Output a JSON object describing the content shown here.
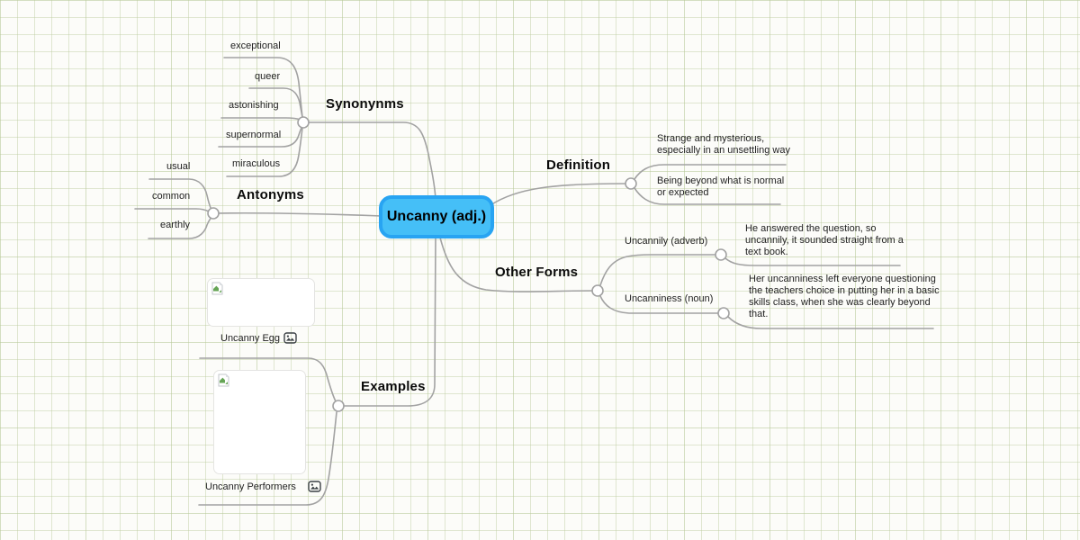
{
  "canvas": {
    "background": "#fcfcf9",
    "grid_color": "#dfe6cf",
    "wire_color": "#a2a2a2",
    "accent_fill": "#45bff7",
    "accent_border": "#28a4f2"
  },
  "center": {
    "label": "Uncanny (adj.)"
  },
  "synonyms": {
    "label": "Synonynms",
    "items": [
      "exceptional",
      "queer",
      "astonishing",
      "supernormal",
      "miraculous"
    ]
  },
  "antonyms": {
    "label": "Antonyms",
    "items": [
      "usual",
      "common",
      "earthly"
    ]
  },
  "definition": {
    "label": "Definition",
    "entries": [
      "Strange and mysterious,\nespecially in an unsettling way",
      "Being beyond what is normal\nor expected"
    ]
  },
  "other_forms": {
    "label": "Other Forms",
    "forms": [
      {
        "term": "Uncannily (adverb)",
        "example": "He answered the question, so\nuncannily, it sounded straight from a\ntext book."
      },
      {
        "term": "Uncanniness (noun)",
        "example": "Her uncanniness left everyone questioning\nthe teachers choice in putting her in a basic\nskills class, when she was clearly beyond\nthat."
      }
    ]
  },
  "examples": {
    "label": "Examples",
    "items": [
      {
        "caption": "Uncanny Egg"
      },
      {
        "caption": "Uncanny Performers"
      }
    ]
  },
  "icons": {
    "placeholder": "broken-image-icon",
    "attachment": "picture-icon"
  }
}
